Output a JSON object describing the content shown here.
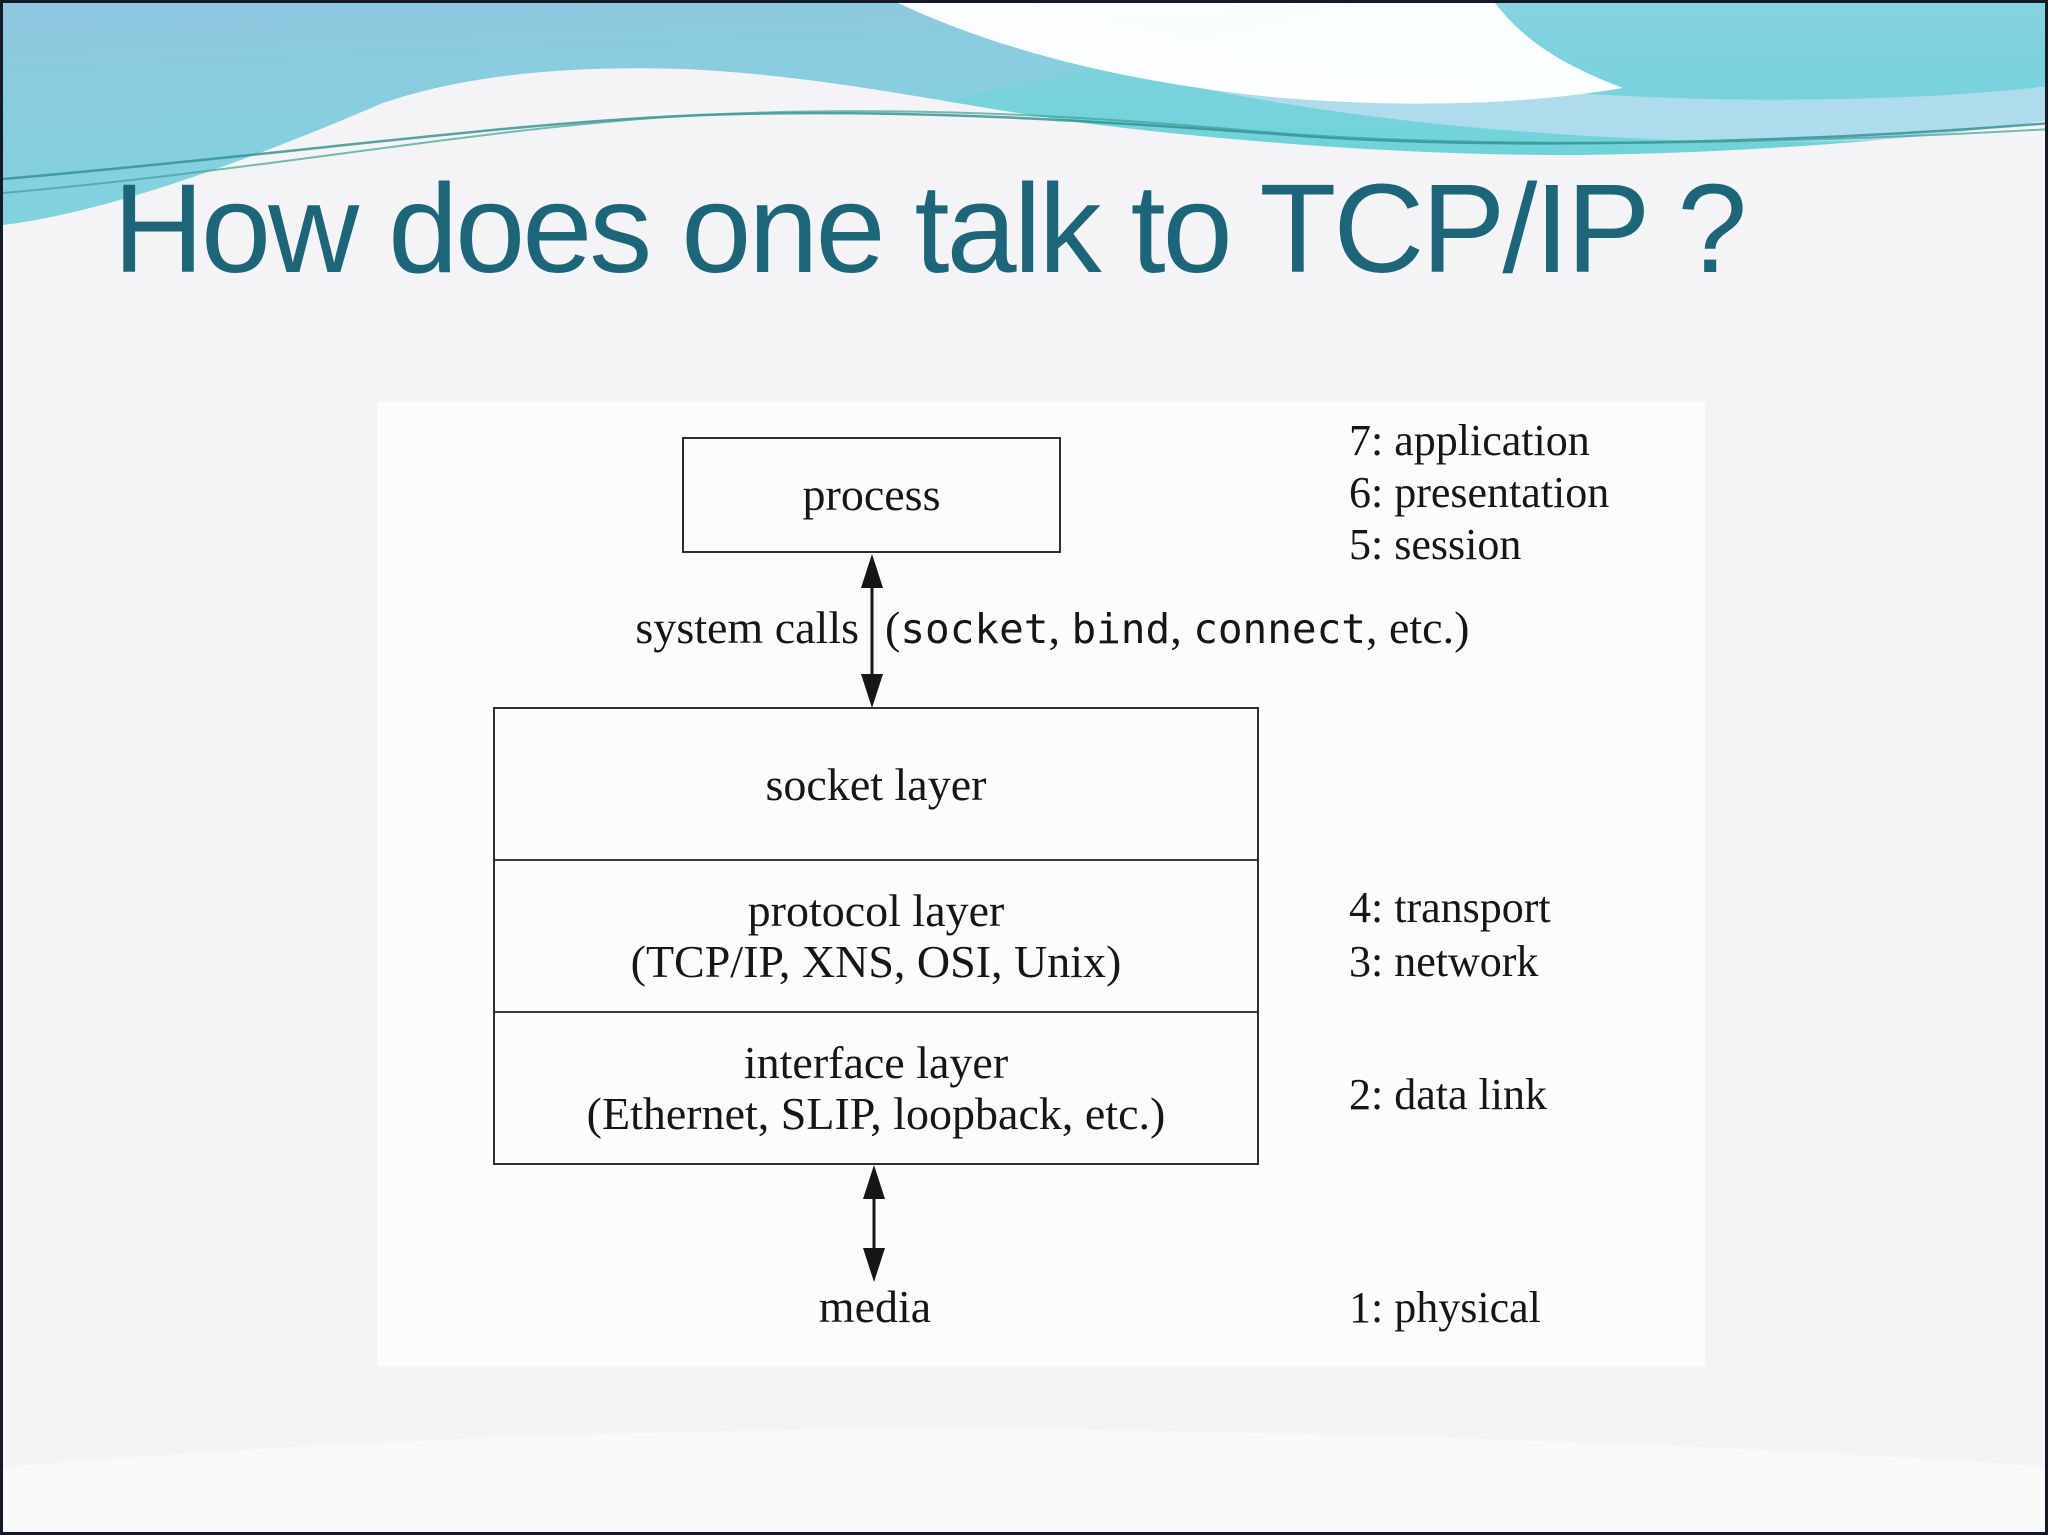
{
  "slide": {
    "title": "How does one talk to TCP/IP ?"
  },
  "colors": {
    "title_text": "#1d6579",
    "wave_blue_top": "#8fc8e1",
    "wave_aqua": "#7bd9df",
    "wave_teal_band": "#74d4db",
    "wave_light_blue_band": "#b5ddee",
    "accent_line": "#2f8e8e",
    "slide_bg": "#f4f3f5",
    "panel_bg": "#fdfcfd",
    "diagram_ink": "#161616"
  },
  "diagram": {
    "process_box": "process",
    "system_calls": {
      "label": "system calls",
      "parts": {
        "p0": "(",
        "m1": "socket",
        "s1": ", ",
        "m2": "bind",
        "s2": ", ",
        "m3": "connect",
        "s3": ", etc.)"
      }
    },
    "stack": {
      "socket": "socket layer",
      "protocol": "protocol layer",
      "protocol_sub": "(TCP/IP, XNS, OSI, Unix)",
      "interface": "interface layer",
      "interface_sub": "(Ethernet, SLIP, loopback, etc.)"
    },
    "media_label": "media",
    "osi": {
      "top": [
        "7: application",
        "6: presentation",
        "5: session"
      ],
      "mid": [
        "4: transport",
        "3: network"
      ],
      "data_link": "2: data link",
      "physical": "1: physical"
    }
  }
}
